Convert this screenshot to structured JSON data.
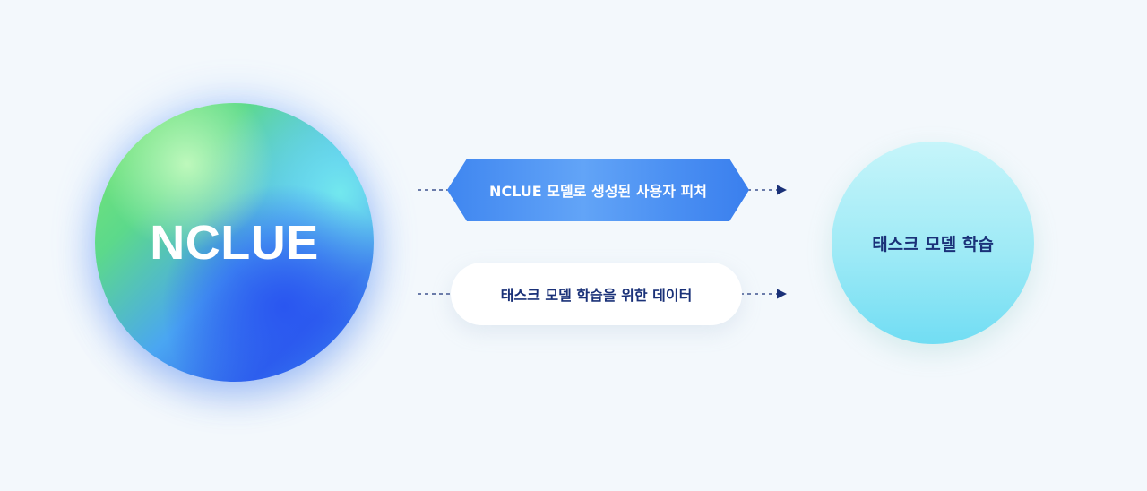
{
  "source_node": {
    "label": "NCLUE"
  },
  "target_node": {
    "label": "태스크 모델 학습"
  },
  "flows": [
    {
      "label": "NCLUE 모델로 생성된 사용자 피처"
    },
    {
      "label": "태스크 모델 학습을 위한 데이터"
    }
  ],
  "colors": {
    "background": "#f3f8fc",
    "arrow": "#1a3178",
    "text_dark": "#1a3178",
    "hex_pill": "#4a8ff2",
    "target_circle": "#9eeaf6"
  }
}
